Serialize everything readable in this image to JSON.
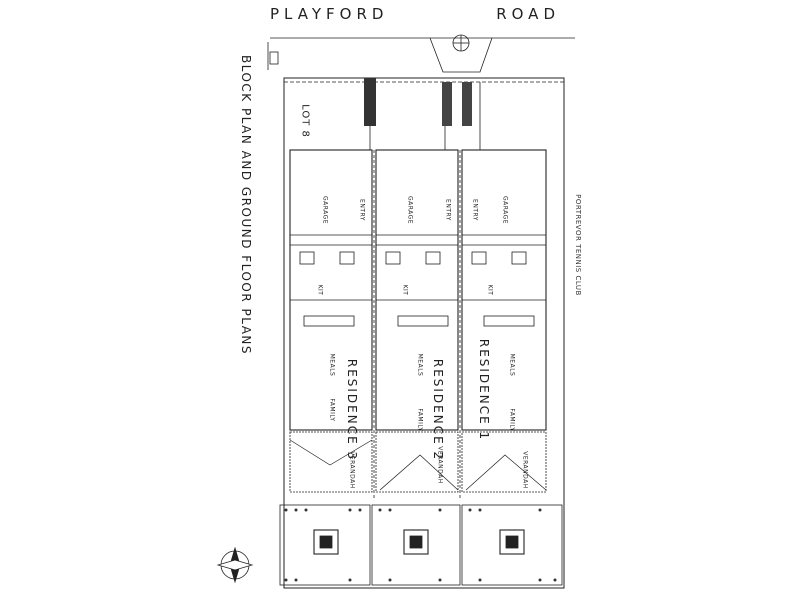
{
  "road": {
    "words": [
      "PLAYFORD",
      "ROAD"
    ]
  },
  "plan_title": "BLOCK PLAN AND GROUND FLOOR PLANS",
  "neighbour": "PORTREVOR TENNIS CLUB",
  "lot": "LOT 8",
  "residences": [
    {
      "name": "RESIDENCE 3",
      "rooms": {
        "garage": "GARAGE",
        "entry": "ENTRY",
        "meals": "MEALS",
        "family": "FAMILY",
        "kit": "KIT",
        "verandah": "VERANDAH"
      }
    },
    {
      "name": "RESIDENCE 2",
      "rooms": {
        "garage": "GARAGE",
        "entry": "ENTRY",
        "meals": "MEALS",
        "family": "FAMILY",
        "kit": "KIT",
        "verandah": "VERANDAH"
      }
    },
    {
      "name": "RESIDENCE 1",
      "rooms": {
        "garage": "GARAGE",
        "entry": "ENTRY",
        "meals": "MEALS",
        "family": "FAMILY",
        "kit": "KIT",
        "verandah": "VERANDAH"
      }
    }
  ]
}
